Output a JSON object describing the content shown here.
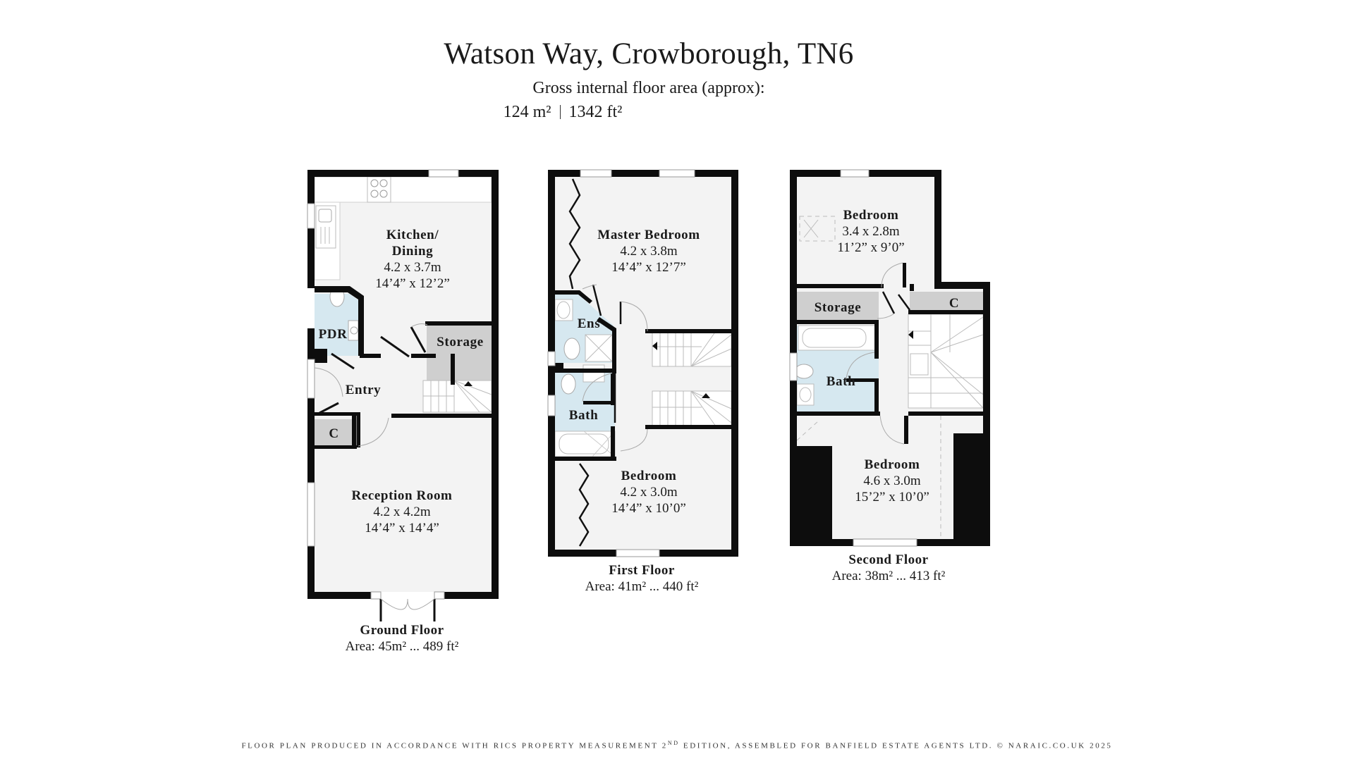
{
  "header": {
    "title": "Watson Way, Crowborough, TN6",
    "subtitle": "Gross internal floor area (approx):",
    "total_area_m2": "124 m²",
    "total_area_ft2": "1342 ft²"
  },
  "colors": {
    "wall": "#0d0d0d",
    "room_fill": "#f3f3f3",
    "wet_room_fill": "#d6e8f0",
    "storage_fill": "#cfcfcf",
    "background": "#ffffff"
  },
  "floors": [
    {
      "name": "Ground Floor",
      "area": "Area: 45m² ... 489 ft²",
      "rooms": [
        {
          "name": "Kitchen/",
          "name2": "Dining",
          "metric": "4.2 x 3.7m",
          "imperial": "14’4” x 12’2”"
        },
        {
          "name": "PDR"
        },
        {
          "name": "Storage"
        },
        {
          "name": "Entry"
        },
        {
          "name": "C"
        },
        {
          "name": "Reception Room",
          "metric": "4.2 x 4.2m",
          "imperial": "14’4” x 14’4”"
        }
      ]
    },
    {
      "name": "First Floor",
      "area": "Area: 41m² ... 440 ft²",
      "rooms": [
        {
          "name": "Master Bedroom",
          "metric": "4.2 x 3.8m",
          "imperial": "14’4” x 12’7”"
        },
        {
          "name": "Ens"
        },
        {
          "name": "Bath"
        },
        {
          "name": "Bedroom",
          "metric": "4.2 x 3.0m",
          "imperial": "14’4” x 10’0”"
        }
      ]
    },
    {
      "name": "Second Floor",
      "area": "Area: 38m² ... 413 ft²",
      "rooms": [
        {
          "name": "Bedroom",
          "metric": "3.4 x 2.8m",
          "imperial": "11’2” x 9’0”"
        },
        {
          "name": "Storage"
        },
        {
          "name": "C"
        },
        {
          "name": "Bath"
        },
        {
          "name": "Bedroom",
          "metric": "4.6 x 3.0m",
          "imperial": "15’2” x 10’0”"
        }
      ]
    }
  ],
  "footer": {
    "text_a": "FLOOR PLAN PRODUCED IN ACCORDANCE WITH RICS PROPERTY MEASUREMENT 2",
    "text_sup": "ND",
    "text_b": " EDITION, ASSEMBLED FOR BANFIELD ESTATE AGENTS LTD. © NARAIC.CO.UK 2025"
  }
}
